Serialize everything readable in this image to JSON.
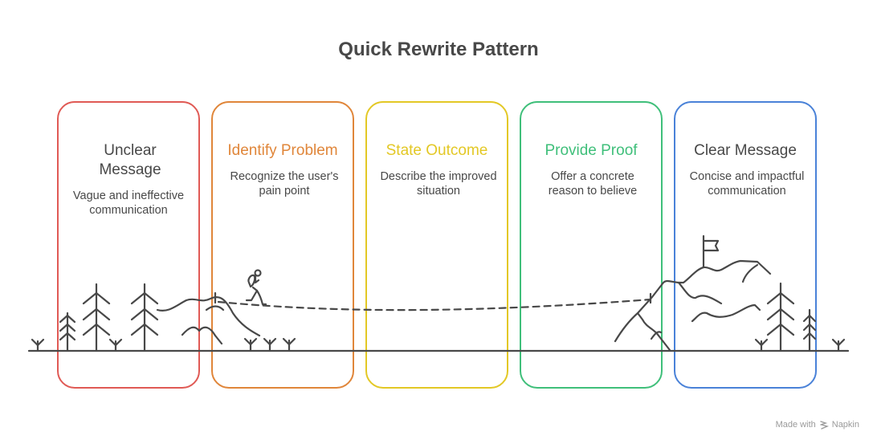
{
  "title": "Quick Rewrite Pattern",
  "steps": [
    {
      "title": "Unclear Message",
      "desc": "Vague and ineffective communication",
      "color": "#e05a55",
      "title_color": "#484848"
    },
    {
      "title": "Identify Problem",
      "desc": "Recognize the user's pain point",
      "color": "#e0863a",
      "title_color": "#e0863a"
    },
    {
      "title": "State Outcome",
      "desc": "Describe the improved situation",
      "color": "#e3c825",
      "title_color": "#e3c825"
    },
    {
      "title": "Provide Proof",
      "desc": "Offer a concrete reason to believe",
      "color": "#3fbf7a",
      "title_color": "#3fbf7a"
    },
    {
      "title": "Clear Message",
      "desc": "Concise and impactful communication",
      "color": "#4a82d8",
      "title_color": "#484848"
    }
  ],
  "footer": {
    "made_with": "Made with",
    "brand": "Napkin"
  }
}
